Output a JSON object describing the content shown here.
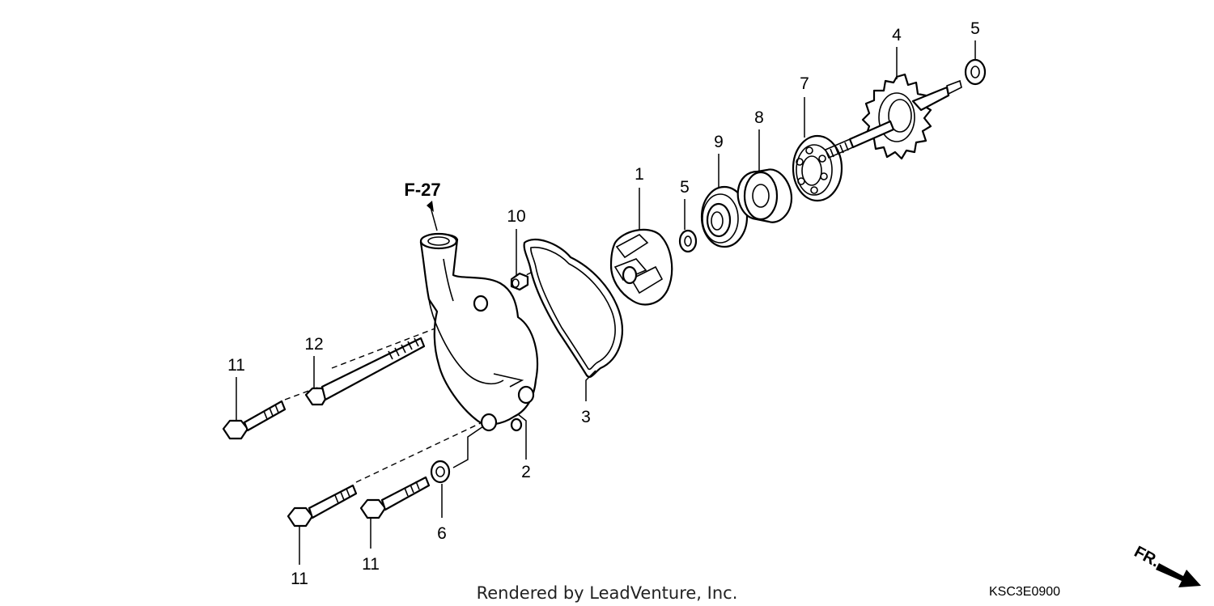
{
  "callouts": [
    {
      "id": "c1",
      "text": "1"
    },
    {
      "id": "c2",
      "text": "2"
    },
    {
      "id": "c3",
      "text": "3"
    },
    {
      "id": "c4",
      "text": "4"
    },
    {
      "id": "c5a",
      "text": "5"
    },
    {
      "id": "c5b",
      "text": "5"
    },
    {
      "id": "c6",
      "text": "6"
    },
    {
      "id": "c7",
      "text": "7"
    },
    {
      "id": "c8",
      "text": "8"
    },
    {
      "id": "c9",
      "text": "9"
    },
    {
      "id": "c10",
      "text": "10"
    },
    {
      "id": "c11a",
      "text": "11"
    },
    {
      "id": "c11b",
      "text": "11"
    },
    {
      "id": "c11c",
      "text": "11"
    },
    {
      "id": "c12",
      "text": "12"
    }
  ],
  "reference_label": "F-27",
  "credit": "Rendered by LeadVenture, Inc.",
  "diagram_code": "KSC3E0900",
  "direction_label": "FR."
}
